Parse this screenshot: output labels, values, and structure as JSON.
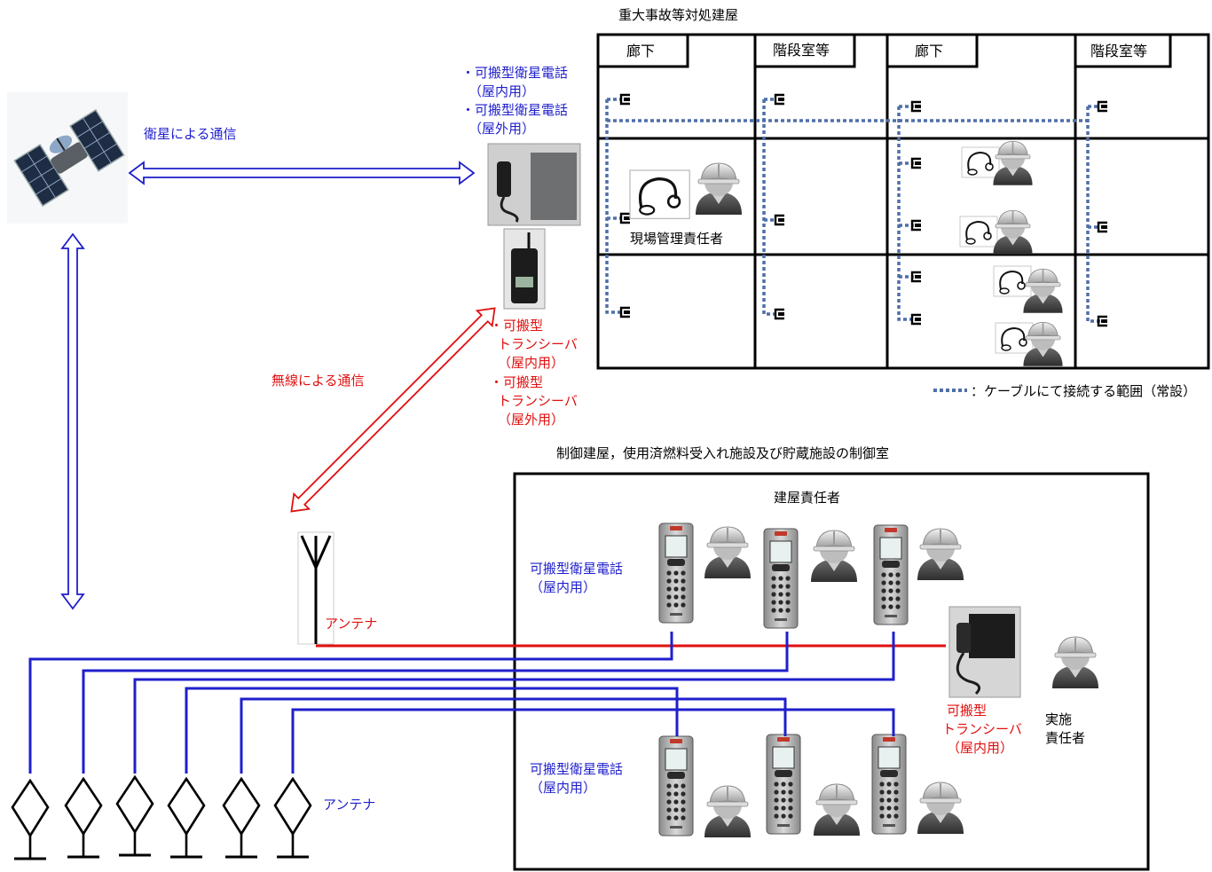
{
  "building": {
    "title": "重大事故等対処建屋",
    "cells": [
      "廊下",
      "階段室等",
      "廊下",
      "階段室等"
    ],
    "site_manager": "現場管理責任者"
  },
  "satellite": {
    "comm_label": "衛星による通信"
  },
  "radio": {
    "comm_label": "無線による通信"
  },
  "devices": {
    "sat_phone_lines": [
      "・可搬型衛星電話",
      "（屋内用）",
      "・可搬型衛星電話",
      "（屋外用）"
    ],
    "transceiver_lines": [
      "・可搬型",
      "トランシーバ",
      "（屋内用）",
      "・可搬型",
      "トランシーバ",
      "（屋外用）"
    ]
  },
  "legend": {
    "cable": "：ケーブルにて接続する範囲（常設）"
  },
  "control_room": {
    "title": "制御建屋，使用済燃料受入れ施設及び貯蔵施設の制御室",
    "building_manager": "建屋責任者",
    "sat_phone_top": [
      "可搬型衛星電話",
      "（屋内用）"
    ],
    "sat_phone_bottom": [
      "可搬型衛星電話",
      "（屋内用）"
    ],
    "transceiver": [
      "可搬型",
      "トランシーバ",
      "（屋内用）"
    ],
    "executive": [
      "実施",
      "責任者"
    ]
  },
  "antenna_labels": {
    "radio": "アンテナ",
    "satellite": "アンテナ"
  },
  "colors": {
    "blue": "#1f1fcc",
    "red": "#e01010",
    "cable": "#4f6fa8",
    "text_blue": "#1f1fcc",
    "text_red": "#e01010"
  }
}
